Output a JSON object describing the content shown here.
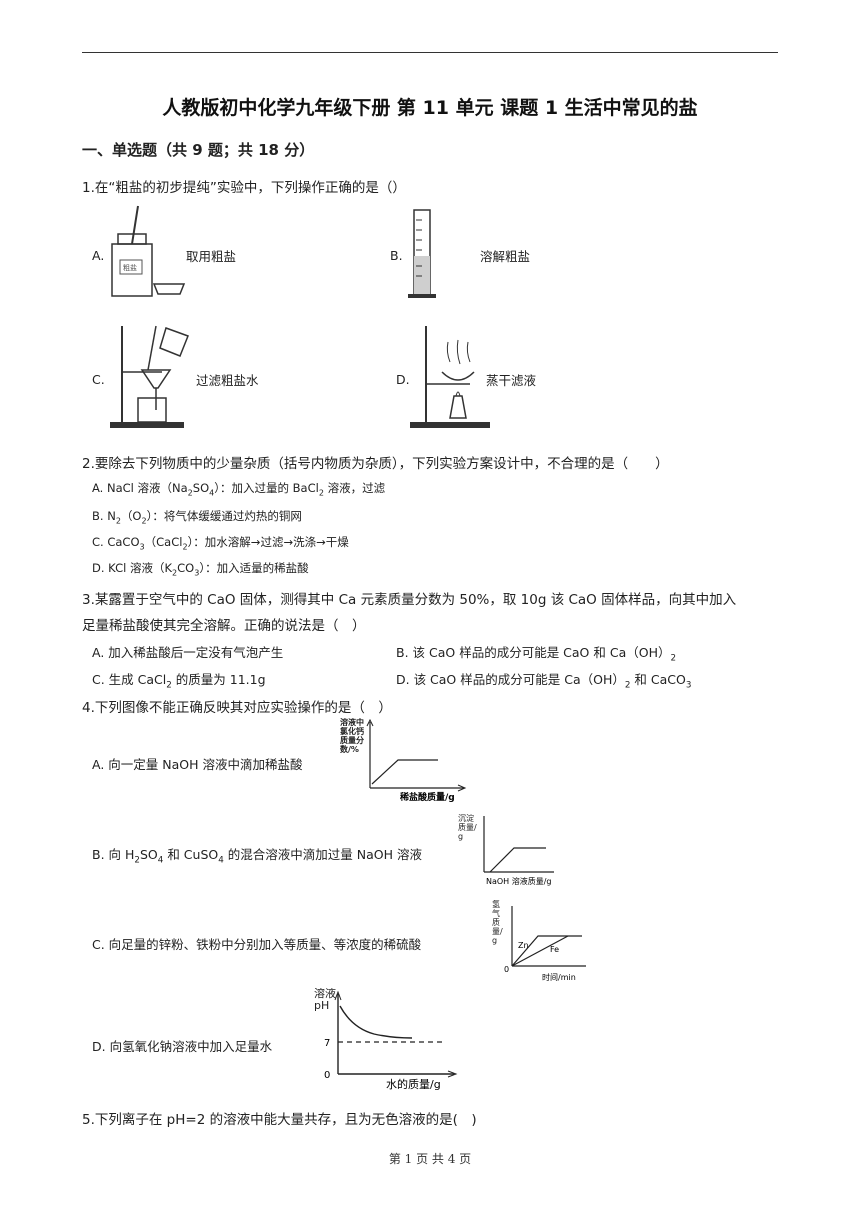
{
  "header": {
    "title": "人教版初中化学九年级下册 第 11 单元 课题 1 生活中常见的盐"
  },
  "section": {
    "title": "一、单选题（共 9 题；共 18 分）"
  },
  "q1": {
    "stem": "1.在“粗盐的初步提纯”实验中，下列操作正确的是（）",
    "options": [
      {
        "letter": "A.",
        "text": "取用粗盐"
      },
      {
        "letter": "B.",
        "text": "溶解粗盐"
      },
      {
        "letter": "C.",
        "text": "过滤粗盐水"
      },
      {
        "letter": "D.",
        "text": "蒸干滤液"
      }
    ]
  },
  "q2": {
    "stem": "2.要除去下列物质中的少量杂质（括号内物质为杂质），下列实验方案设计中，不合理的是（　　）",
    "a_pre": "A. NaCl 溶液（Na",
    "a_mid1": "SO",
    "a_mid2": "）：加入过量的 BaCl",
    "a_post": " 溶液，过滤",
    "b_pre": "B. N",
    "b_mid": "（O",
    "b_post": "）：将气体缓缓通过灼热的铜网",
    "c_pre": "C. CaCO",
    "c_mid": "（CaCl",
    "c_post": "）：加水溶解→过滤→洗涤→干燥",
    "d_pre": "D. KCl 溶液（K",
    "d_mid": "CO",
    "d_post": "）：加入适量的稀盐酸",
    "sub2": "2",
    "sub3": "3",
    "sub4": "4"
  },
  "q3": {
    "stem_line1": "3.某露置于空气中的 CaO 固体，测得其中 Ca 元素质量分数为 50%，取 10g 该 CaO 固体样品，向其中加入",
    "stem_line2": "足量稀盐酸使其完全溶解。正确的说法是（　）",
    "a": "A. 加入稀盐酸后一定没有气泡产生",
    "b_pre": "B. 该 CaO 样品的成分可能是 CaO 和 Ca（OH）",
    "c_pre": "C. 生成 CaCl",
    "c_post": " 的质量为 11.1g",
    "d_pre": "D. 该 CaO 样品的成分可能是 Ca（OH）",
    "d_mid": " 和 CaCO",
    "sub2": "2",
    "sub3": "3"
  },
  "q4": {
    "stem": "4.下列图像不能正确反映其对应实验操作的是（　）",
    "a": "A. 向一定量 NaOH 溶液中滴加稀盐酸",
    "b_pre": "B. 向 H",
    "b_m1": "SO",
    "b_m2": " 和 CuSO",
    "b_post": " 的混合溶液中滴加过量 NaOH 溶液",
    "c": "C. 向足量的锌粉、铁粉中分别加入等质量、等浓度的稀硫酸",
    "d": "D. 向氢氧化钠溶液中加入足量水",
    "sub2": "2",
    "sub4": "4",
    "graph_a": {
      "ylabel": "溶液中氯化钙质量分数/%",
      "xlabel": "稀盐酸质量/g"
    },
    "graph_b": {
      "ylabel": "沉淀质量/g",
      "xlabel": "NaOH 溶液质量/g"
    },
    "graph_c": {
      "ylabel": "氢气质量/g",
      "xlabel": "时间/min",
      "origin": "0",
      "series": [
        "Zn",
        "Fe"
      ]
    },
    "graph_d": {
      "ylabel": "溶液pH",
      "xlabel": "水的质量/g",
      "origin": "0",
      "tick": "7"
    }
  },
  "q5": {
    "stem": "5.下列离子在 pH=2 的溶液中能大量共存，且为无色溶液的是(　)"
  },
  "footer": {
    "page": "第 1 页 共 4 页"
  }
}
